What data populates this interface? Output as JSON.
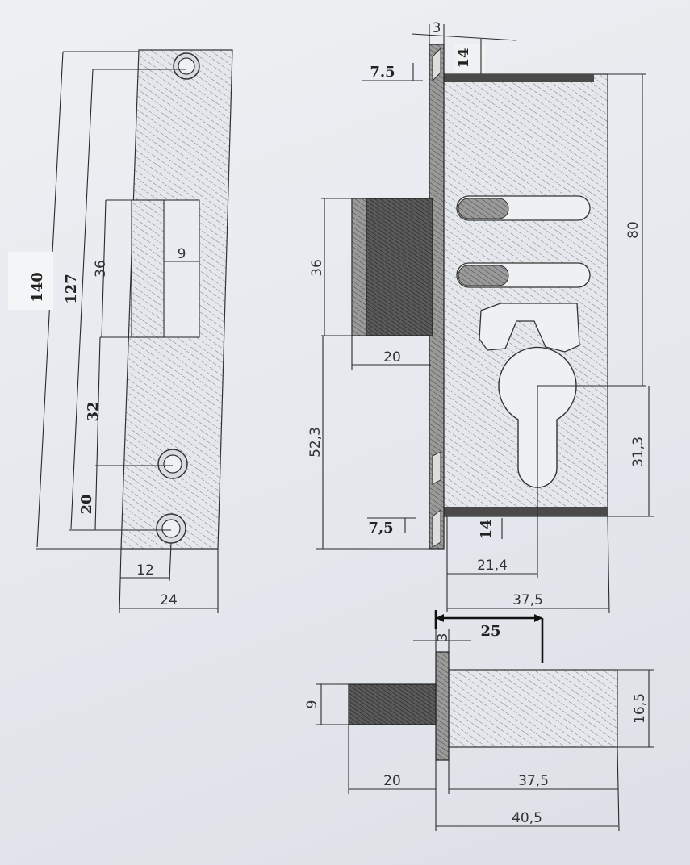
{
  "strike_plate": {
    "overall_length": "140",
    "hole_spacing": "127",
    "opening_height": "36",
    "opening_width": "9",
    "opening_to_hole": "32",
    "hole_to_bottom": "20",
    "hole_offset": "12",
    "plate_width": "24"
  },
  "lock_body": {
    "faceplate_thickness": "3",
    "faceplate_top": "7.5",
    "faceplate_bottom": "7,5",
    "case_offset_top": "14",
    "case_offset_bottom": "14",
    "case_height": "80",
    "cylinder_center": "31,3",
    "bolt_height": "36",
    "bolt_throw": "20",
    "bolt_to_bottom": "52,3",
    "backset": "21,4",
    "case_depth": "37,5"
  },
  "top_view": {
    "backset": "25",
    "faceplate_thickness": "3",
    "bolt_thickness": "9",
    "case_thickness": "16,5",
    "bolt_throw": "20",
    "case_depth": "37,5",
    "overall_depth": "40,5"
  }
}
